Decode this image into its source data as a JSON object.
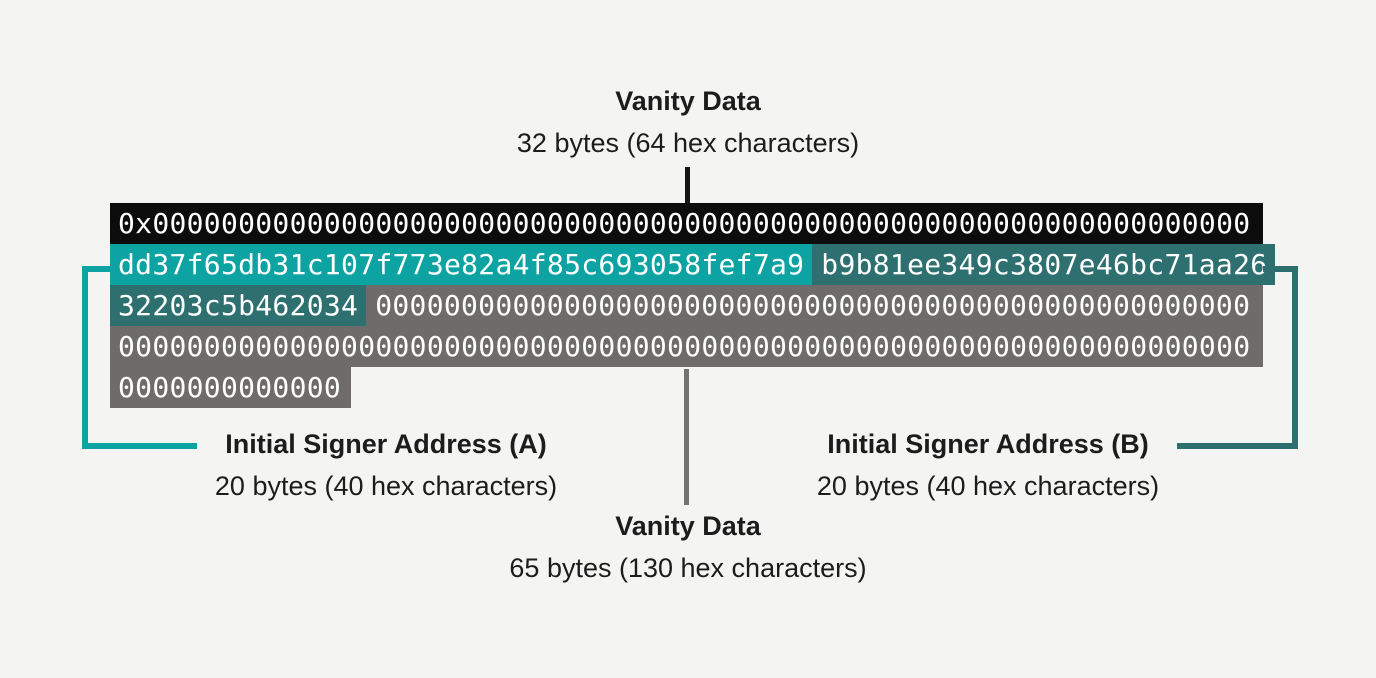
{
  "colors": {
    "bg": "#f4f4f3",
    "row_black": "#0d0c0c",
    "teal_bright": "#0da3a3",
    "teal_dark": "#2e6f70",
    "row_gray": "#6e6b6a",
    "connector_gray": "#757272",
    "connector_black": "#151313",
    "text": "#1c1c1c"
  },
  "top_label": {
    "title": "Vanity Data",
    "subtitle": "32 bytes (64 hex characters)"
  },
  "signer_a_label": {
    "title": "Initial Signer Address (A)",
    "subtitle": "20 bytes (40 hex characters)"
  },
  "signer_b_label": {
    "title": "Initial Signer Address (B)",
    "subtitle": "20 bytes (40 hex characters)"
  },
  "bottom_label": {
    "title": "Vanity Data",
    "subtitle": "65 bytes (130 hex characters)"
  },
  "hex": {
    "row1_vanity_prefix": "0x0000000000000000000000000000000000000000000000000000000000000000",
    "row2_signer_a": "dd37f65db31c107f773e82a4f85c693058fef7a9",
    "row2_signer_b_part1": "b9b81ee349c3807e46bc71aa26",
    "row3_signer_b_part2": "32203c5b462034",
    "row3_padding_zeros": "000000000000000000000000000000000000000000000000000",
    "row4_padding_zeros": "000000000000000000000000000000000000000000000000000000000000000000",
    "row5_padding_zeros": "0000000000000"
  }
}
